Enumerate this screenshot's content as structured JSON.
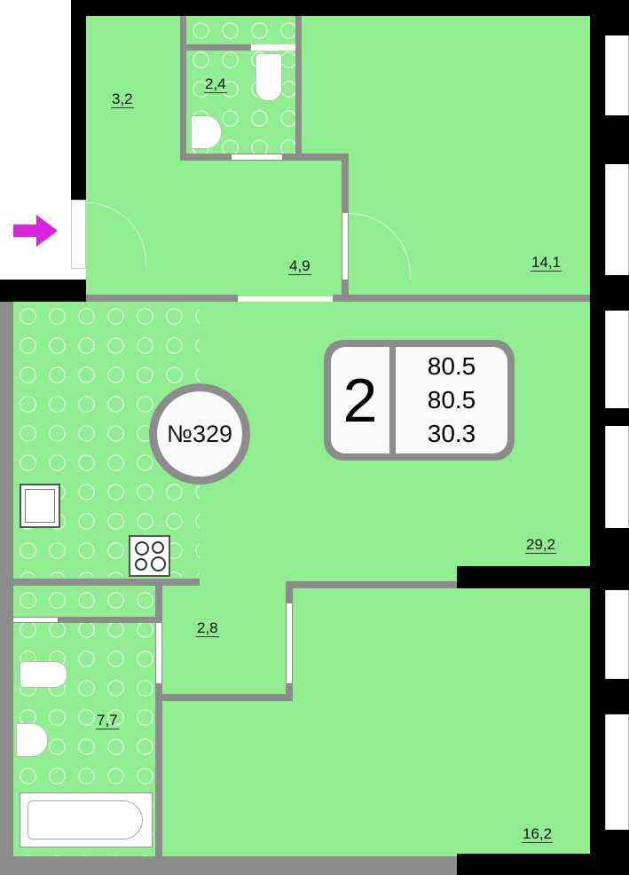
{
  "apartment_number": "№329",
  "summary": {
    "rooms": "2",
    "total_area": "80.5",
    "area_2": "80.5",
    "living_area": "30.3"
  },
  "rooms": [
    {
      "id": "hall",
      "area": "3,2"
    },
    {
      "id": "wc",
      "area": "2,4"
    },
    {
      "id": "corridor",
      "area": "4,9"
    },
    {
      "id": "bedroom-1",
      "area": "14,1"
    },
    {
      "id": "living-kitchen",
      "area": "29,2"
    },
    {
      "id": "corridor-2",
      "area": "2,8"
    },
    {
      "id": "bathroom",
      "area": "7,7"
    },
    {
      "id": "bedroom-2",
      "area": "16,2"
    }
  ],
  "colors": {
    "floor": "#90ee90",
    "wall": "#8c8c8c",
    "outer_wall": "#000000",
    "entry_arrow": "#dd22dd"
  }
}
